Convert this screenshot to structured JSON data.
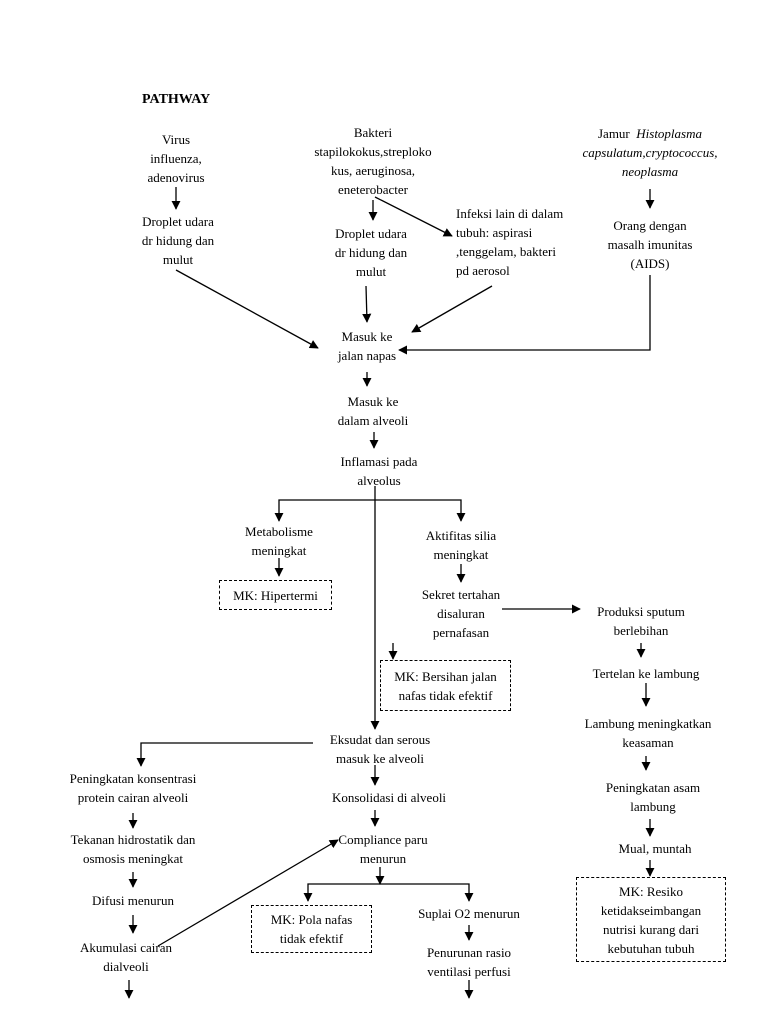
{
  "title": "PATHWAY",
  "sources": {
    "virus": [
      "Virus",
      "influenza,",
      "adenovirus"
    ],
    "bakteri": [
      "Bakteri",
      "stapilokokus,streploko",
      "kus, aeruginosa,",
      "eneterobacter"
    ],
    "jamur_prefix": "Jamur",
    "jamur_italic": [
      "Histoplasma",
      "capsulatum,cryptococcus,",
      "neoplasma"
    ]
  },
  "nodes": {
    "droplet_left": [
      "Droplet udara",
      "dr hidung dan",
      "mulut"
    ],
    "droplet_mid": [
      "Droplet udara",
      "dr hidung dan",
      "mulut"
    ],
    "infeksi_lain": [
      "Infeksi lain di dalam",
      "tubuh: aspirasi",
      ",tenggelam, bakteri",
      "pd aerosol"
    ],
    "imunitas": [
      "Orang dengan",
      "masalh imunitas",
      "(AIDS)"
    ],
    "masuk_jalan_napas": [
      "Masuk ke",
      "jalan napas"
    ],
    "masuk_alveoli": [
      "Masuk ke",
      "dalam alveoli"
    ],
    "inflamasi": [
      "Inflamasi pada",
      "alveolus"
    ],
    "metabolisme": [
      "Metabolisme",
      "meningkat"
    ],
    "aktifitas_silia": [
      "Aktifitas silia",
      "meningkat"
    ],
    "sekret": [
      "Sekret tertahan",
      "disaluran",
      "pernafasan"
    ],
    "produksi_sputum": [
      "Produksi sputum",
      "berlebihan"
    ],
    "tertelan": [
      "Tertelan ke lambung"
    ],
    "lambung_asam": [
      "Lambung meningkatkan",
      "keasaman"
    ],
    "peningkatan_asam": [
      "Peningkatan asam",
      "lambung"
    ],
    "mual": [
      "Mual, muntah"
    ],
    "eksudat": [
      "Eksudat dan serous",
      "masuk ke alveoli"
    ],
    "konsolidasi": [
      "Konsolidasi di alveoli"
    ],
    "compliance": [
      "Compliance paru",
      "menurun"
    ],
    "protein": [
      "Peningkatan konsentrasi",
      "protein cairan alveoli"
    ],
    "tekanan": [
      "Tekanan hidrostatik dan",
      "osmosis meningkat"
    ],
    "difusi": [
      "Difusi menurun"
    ],
    "akumulasi": [
      "Akumulasi cairan",
      "dialveoli"
    ],
    "suplai_o2": [
      "Suplai O2 menurun"
    ],
    "penurunan_rasio": [
      "Penurunan rasio",
      "ventilasi perfusi"
    ]
  },
  "diagnoses": {
    "hipertermi": [
      "MK: Hipertermi"
    ],
    "bersihan": [
      "MK: Bersihan jalan",
      "nafas tidak efektif"
    ],
    "pola_nafas": [
      "MK: Pola nafas",
      "tidak efektif"
    ],
    "nutrisi": [
      "MK: Resiko",
      "ketidakseimbangan",
      "nutrisi kurang dari",
      "kebutuhan tubuh"
    ]
  }
}
